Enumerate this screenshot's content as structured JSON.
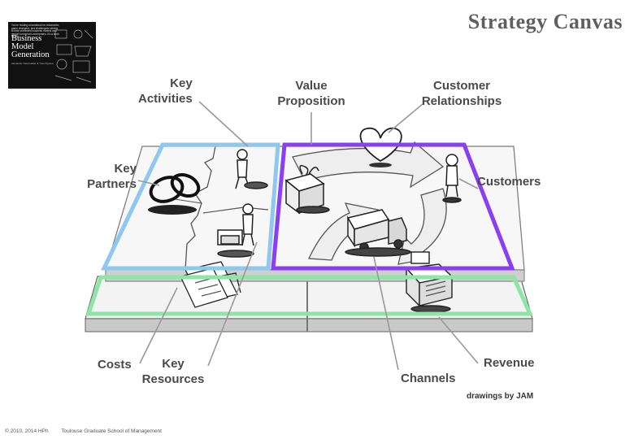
{
  "title": "Strategy Canvas",
  "book": {
    "blurb": "You're holding a handbook for visionaries, game changers, and challengers striving to defy outmoded business models and design tomorrow's enterprises. It's a book for the...",
    "title_lines": [
      "Business",
      "Model",
      "Generation"
    ],
    "byline": "Alexander Osterwalder & Yves Pigneur"
  },
  "labels": {
    "key_activities": [
      "Key",
      "Activities"
    ],
    "value_proposition": [
      "Value",
      "Proposition"
    ],
    "customer_relationships": [
      "Customer",
      "Relationships"
    ],
    "key_partners": [
      "Key",
      "Partners"
    ],
    "customers": "Customers",
    "costs": "Costs",
    "key_resources": [
      "Key",
      "Resources"
    ],
    "channels": "Channels",
    "revenue": "Revenue"
  },
  "credit": "drawings by JAM",
  "footer": {
    "copyright": "© 2010, 2014 HPh",
    "school": "Toulouse Graduate School of Management"
  },
  "colors": {
    "left_block_outline": "#8ec8ef",
    "right_block_outline": "#8a3ff0",
    "bottom_block_outline": "#8ee6a6",
    "label_text": "#4a4a4a",
    "title_text": "#5f5f5f"
  }
}
